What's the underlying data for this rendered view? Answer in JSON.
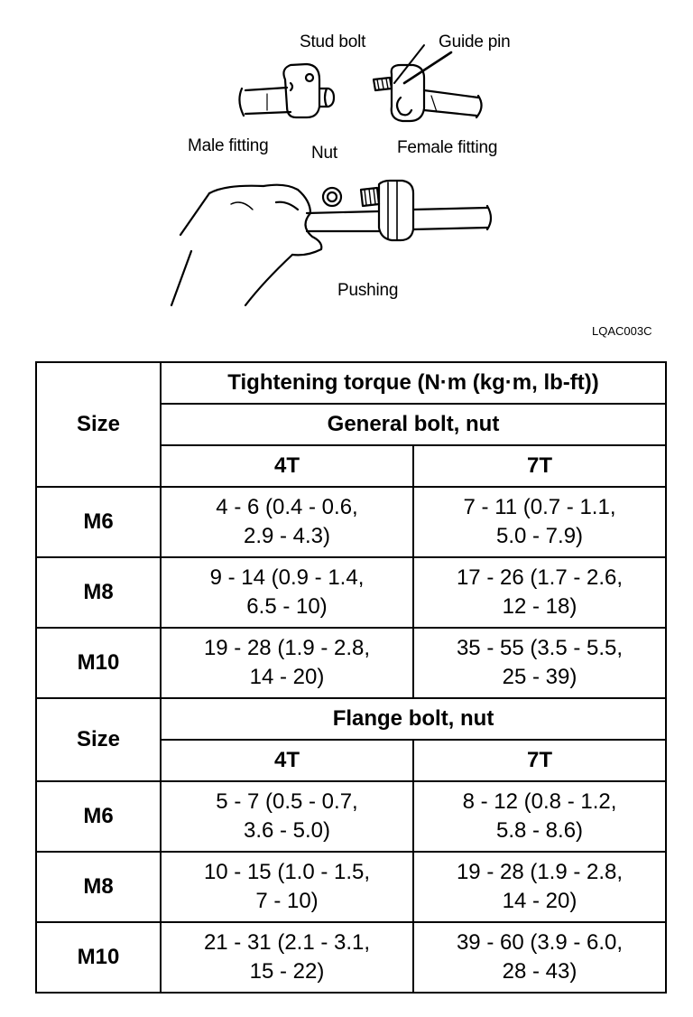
{
  "figure": {
    "labels": {
      "stud_bolt": "Stud bolt",
      "guide_pin": "Guide pin",
      "male_fitting": "Male fitting",
      "female_fitting": "Female fitting",
      "nut": "Nut",
      "pushing": "Pushing"
    },
    "code": "LQAC003C"
  },
  "table": {
    "size_header": "Size",
    "torque_header": "Tightening torque (N·m (kg·m, lb-ft))",
    "columns": [
      "4T",
      "7T"
    ],
    "sections": [
      {
        "title": "General bolt, nut",
        "rows": [
          {
            "size": "M6",
            "t4": [
              "4 - 6 (0.4 - 0.6,",
              "2.9 - 4.3)"
            ],
            "t7": [
              "7 - 11 (0.7 - 1.1,",
              "5.0 - 7.9)"
            ]
          },
          {
            "size": "M8",
            "t4": [
              "9 - 14 (0.9 - 1.4,",
              "6.5 - 10)"
            ],
            "t7": [
              "17 - 26 (1.7 - 2.6,",
              "12 - 18)"
            ]
          },
          {
            "size": "M10",
            "t4": [
              "19 - 28 (1.9 - 2.8,",
              "14 - 20)"
            ],
            "t7": [
              "35 - 55 (3.5 - 5.5,",
              "25 - 39)"
            ]
          }
        ]
      },
      {
        "title": "Flange bolt, nut",
        "rows": [
          {
            "size": "M6",
            "t4": [
              "5 - 7 (0.5 - 0.7,",
              "3.6 - 5.0)"
            ],
            "t7": [
              "8 - 12 (0.8 - 1.2,",
              "5.8 - 8.6)"
            ]
          },
          {
            "size": "M8",
            "t4": [
              "10 - 15 (1.0 - 1.5,",
              "7 - 10)"
            ],
            "t7": [
              "19 - 28 (1.9 - 2.8,",
              "14 - 20)"
            ]
          },
          {
            "size": "M10",
            "t4": [
              "21 - 31 (2.1 - 3.1,",
              "15 - 22)"
            ],
            "t7": [
              "39 - 60 (3.9 - 6.0,",
              "28 - 43)"
            ]
          }
        ]
      }
    ]
  }
}
